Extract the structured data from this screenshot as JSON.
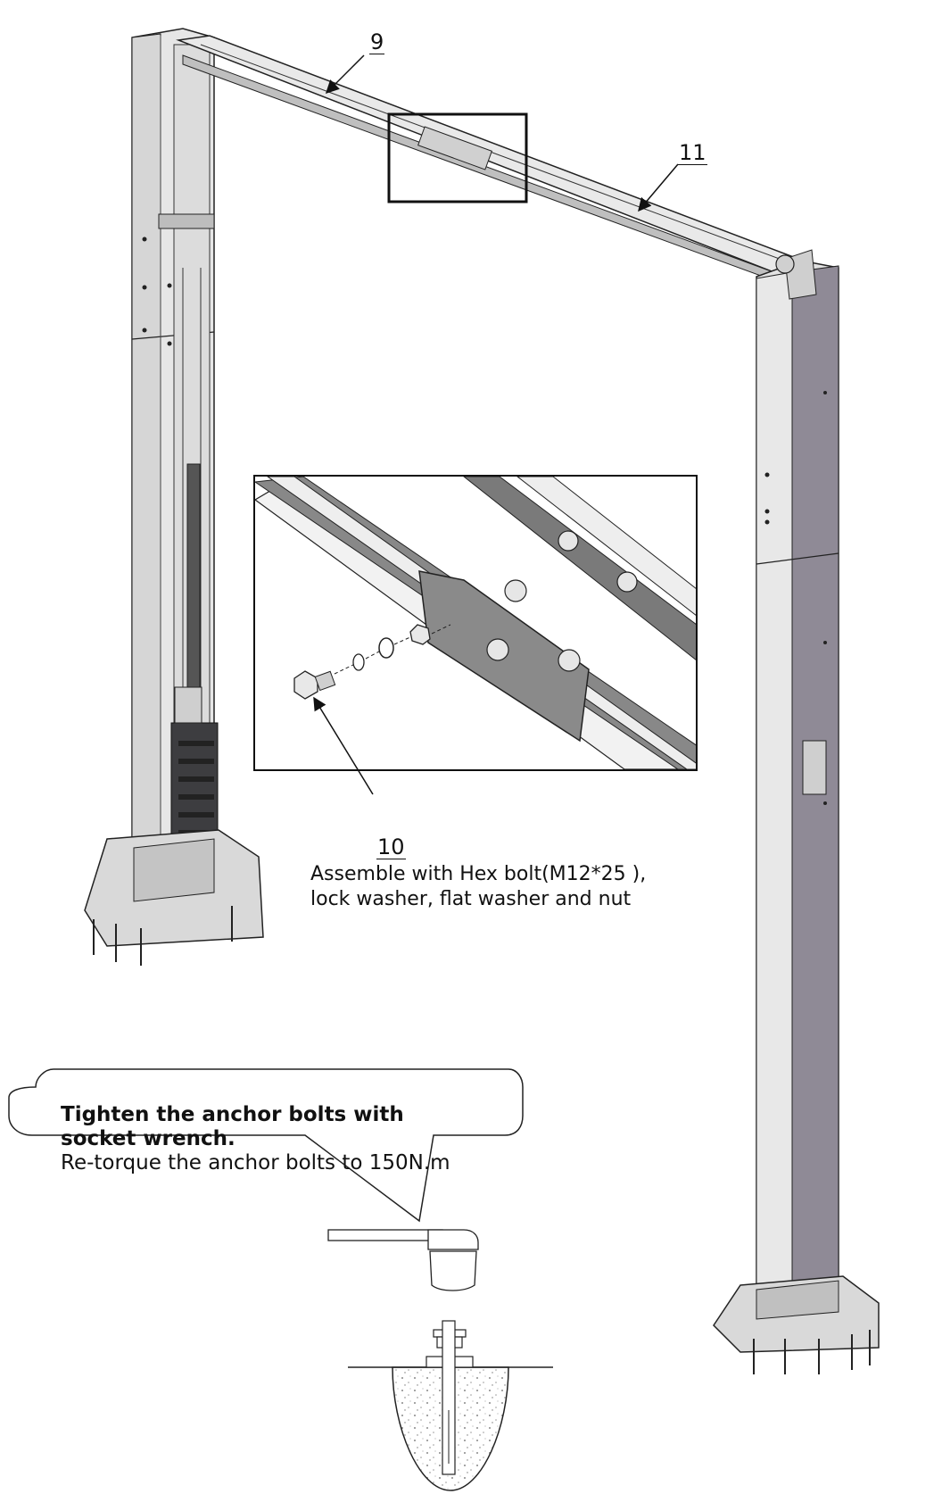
{
  "labels": {
    "crossbeam_part": "9",
    "crossbeam_extension_part": "11",
    "bolt_part": "10"
  },
  "assembly_note": {
    "line1": "Assemble with Hex bolt(M12*25 ),",
    "line2": "lock washer, flat washer and nut"
  },
  "anchor_callout": {
    "title_line1": "Tighten the anchor bolts with",
    "title_line2": "socket wrench.",
    "detail": "Re-torque the anchor bolts to 150N.m"
  },
  "colors": {
    "post_light": "#e4e4e4",
    "post_mid": "#c9c9cf",
    "post_dark": "#8f8a95",
    "line": "#1a1a1a"
  }
}
